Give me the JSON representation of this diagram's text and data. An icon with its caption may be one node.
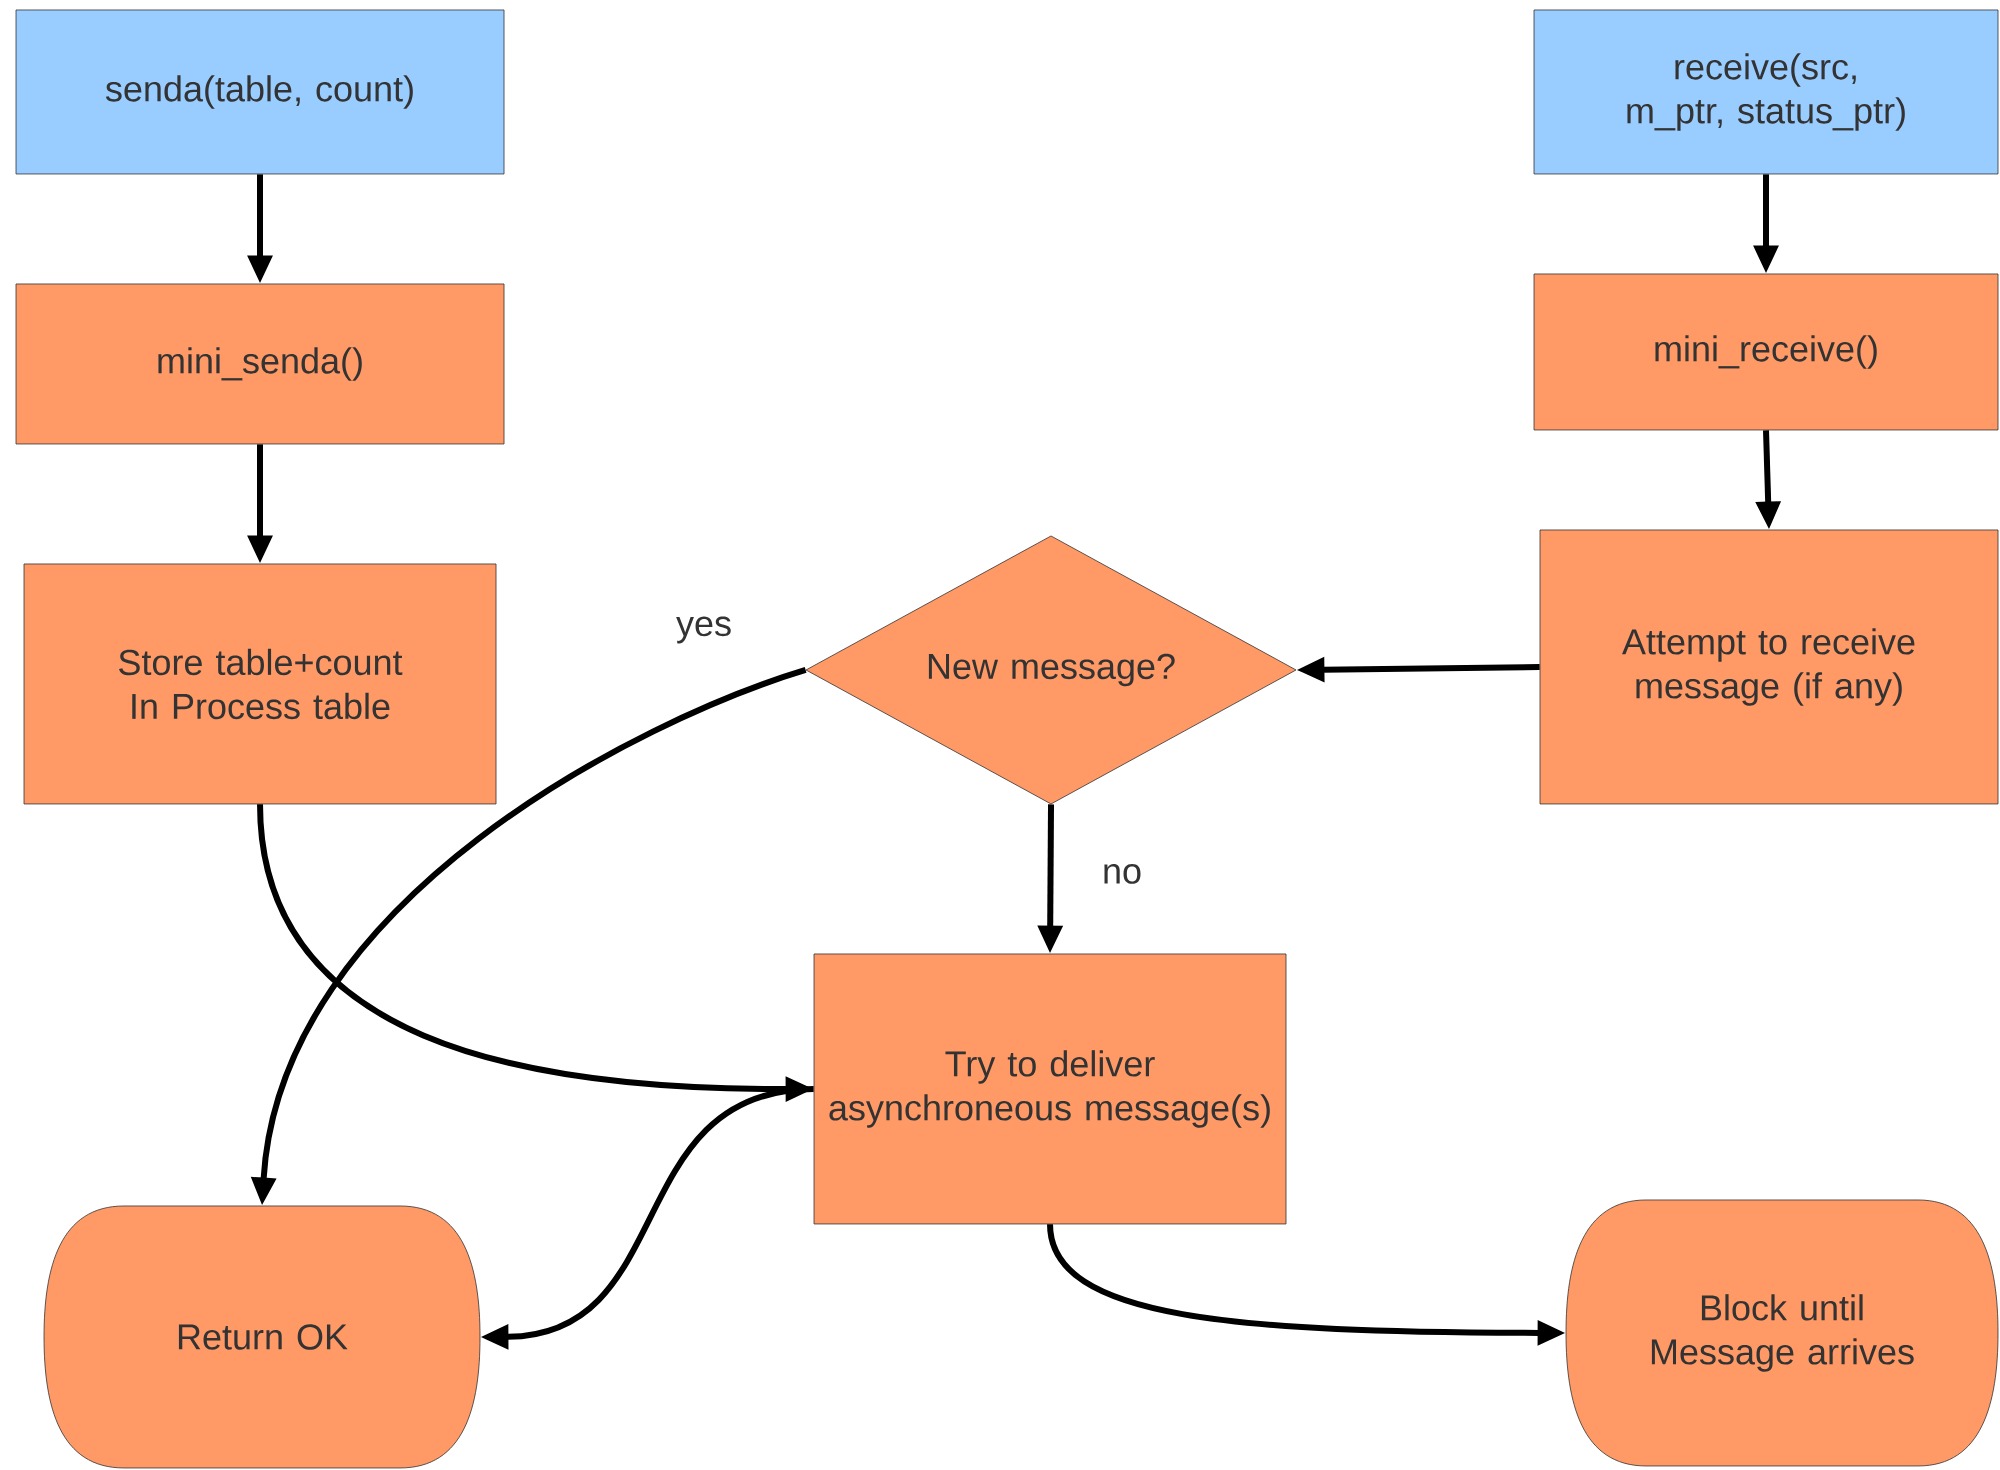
{
  "diagram": {
    "nodes": [
      {
        "text": [
          "senda(table, count)"
        ]
      },
      {
        "text": [
          "mini_senda()"
        ]
      },
      {
        "text": [
          "Store table+count In Process table"
        ]
      },
      {
        "text": [
          "receive(src, m_ptr, status_ptr)"
        ]
      },
      {
        "text": [
          "mini_receive()"
        ]
      },
      {
        "text": [
          "Attempt to receive message (if any)"
        ]
      },
      {
        "text": [
          "New message?"
        ]
      },
      {
        "text": [
          "Try to deliver asynchroneous message(s)"
        ]
      },
      {
        "text": [
          "Return OK"
        ]
      },
      {
        "text": [
          "Block until Message arrives"
        ]
      }
    ],
    "edges": [
      {
        "from": 0,
        "to": 1,
        "arrow": "to"
      },
      {
        "from": 1,
        "to": 2,
        "arrow": "to"
      },
      {
        "from": 3,
        "to": 4,
        "arrow": "to"
      },
      {
        "from": 4,
        "to": 5,
        "arrow": "to"
      },
      {
        "from": 5,
        "to": 6,
        "arrow": "to"
      },
      {
        "from": 6,
        "to": 8,
        "arrow": "to",
        "label": "yes"
      },
      {
        "from": 6,
        "to": 7,
        "arrow": "to",
        "label": "no"
      },
      {
        "from": 2,
        "to": 7,
        "arrow": "to"
      },
      {
        "from": 7,
        "to": 8,
        "arrow": "to"
      },
      {
        "from": 7,
        "to": 9,
        "arrow": "to"
      }
    ]
  }
}
